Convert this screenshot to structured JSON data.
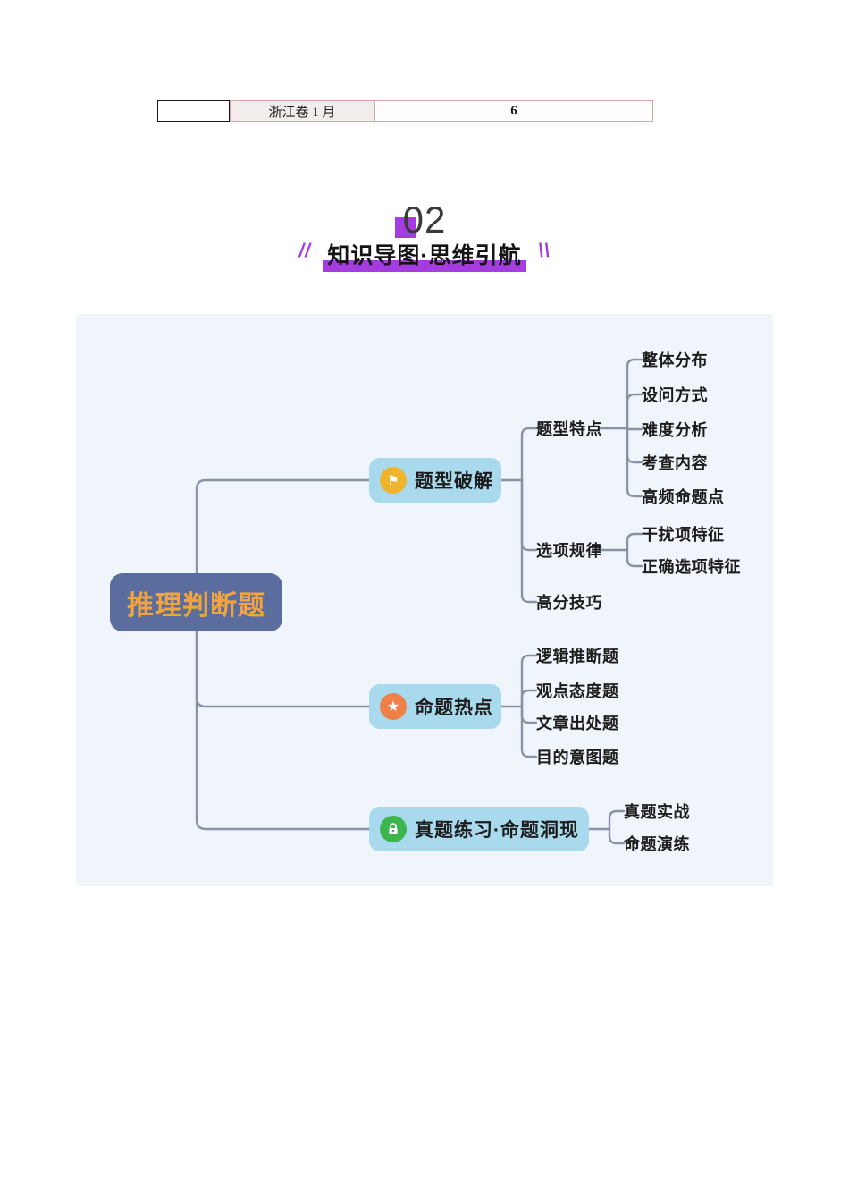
{
  "table": {
    "cell_1": "",
    "cell_2": "浙江卷 1 月",
    "cell_3": "6"
  },
  "header": {
    "number": "02",
    "title": "知识导图·思维引航",
    "deco_left": "//",
    "deco_right": "\\\\"
  },
  "mindmap": {
    "root": "推理判断题",
    "branches": [
      {
        "label": "题型破解",
        "icon": "flag-icon"
      },
      {
        "label": "命题热点",
        "icon": "star-icon"
      },
      {
        "label": "真题练习·命题洞现",
        "icon": "lock-icon"
      }
    ],
    "level2": {
      "tixing": [
        "题型特点",
        "选项规律",
        "高分技巧"
      ],
      "mingti": [
        "逻辑推断题",
        "观点态度题",
        "文章出处题",
        "目的意图题"
      ],
      "zhenti": [
        "真题实战",
        "命题演练"
      ]
    },
    "level3": {
      "tedian": [
        "整体分布",
        "设问方式",
        "难度分析",
        "考查内容",
        "高频命题点"
      ],
      "guilv": [
        "干扰项特征",
        "正确选项特征"
      ]
    }
  },
  "colors": {
    "accent_purple": "#a43ce0",
    "root_bg": "#5a6d9e",
    "root_text": "#f2a43e",
    "branch_bg": "#a9d9ec",
    "flag_icon_bg": "#f0b42c",
    "star_icon_bg": "#ee8147",
    "lock_icon_bg": "#3cb54e",
    "line": "#8a93a4",
    "panel_bg": "#f0f5fb",
    "table_border": "#d8a8a8"
  }
}
